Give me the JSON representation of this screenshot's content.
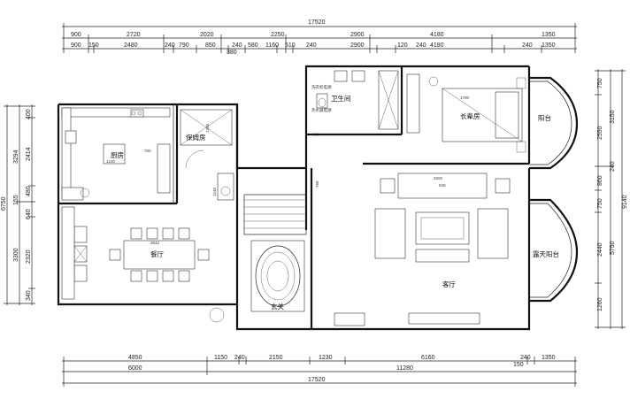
{
  "plan": {
    "dims_top_total": "17520",
    "dims_top_row1": [
      "900",
      "2720",
      "2020",
      "2250",
      "2900",
      "4180",
      "1350"
    ],
    "dims_top_row2": [
      "900",
      "150",
      "2480",
      "240",
      "790",
      "850",
      "240",
      "580",
      "1160",
      "510",
      "240",
      "2900",
      "120",
      "240",
      "4180",
      "240",
      "1350"
    ],
    "dims_top_sub": "380",
    "dims_bottom_row1": [
      "4850",
      "1150",
      "240",
      "2150",
      "1230",
      "6160",
      "240",
      "1350"
    ],
    "dims_bottom_row1b": "150",
    "dims_bottom_row2": [
      "6000",
      "11280"
    ],
    "dims_bottom_total": "17520",
    "dims_left_total": "6750",
    "dims_left_row1": [
      "3294",
      "3300"
    ],
    "dims_left_row1b": "155",
    "dims_left_row2": [
      "400",
      "2414",
      "480",
      "640",
      "2320",
      "340"
    ],
    "dims_right_total": "9140",
    "dims_right_row1": [
      "3150",
      "5750"
    ],
    "dims_right_row1b": "240",
    "dims_right_row2": [
      "750",
      "2550",
      "860",
      "750",
      "2440",
      "1260"
    ],
    "rooms": {
      "kitchen": "厨房",
      "nanny": "保姆房",
      "dining": "餐厅",
      "bath": "卫生间",
      "master": "长辈房",
      "balcony": "阳台",
      "terrace": "露天阳台",
      "living": "客厅",
      "foyer": "玄关"
    },
    "annotations": {
      "kitchen_island": "1230",
      "kitchen_side": "700",
      "nanny_dim": "1200",
      "nanny_side": "1240",
      "bed_w": "1700",
      "living_w": "3200",
      "living_h": "940",
      "sofa": "760",
      "table": "2542",
      "bath_note1": "洗衣机电源",
      "bath_note2": "热水器电源"
    }
  }
}
